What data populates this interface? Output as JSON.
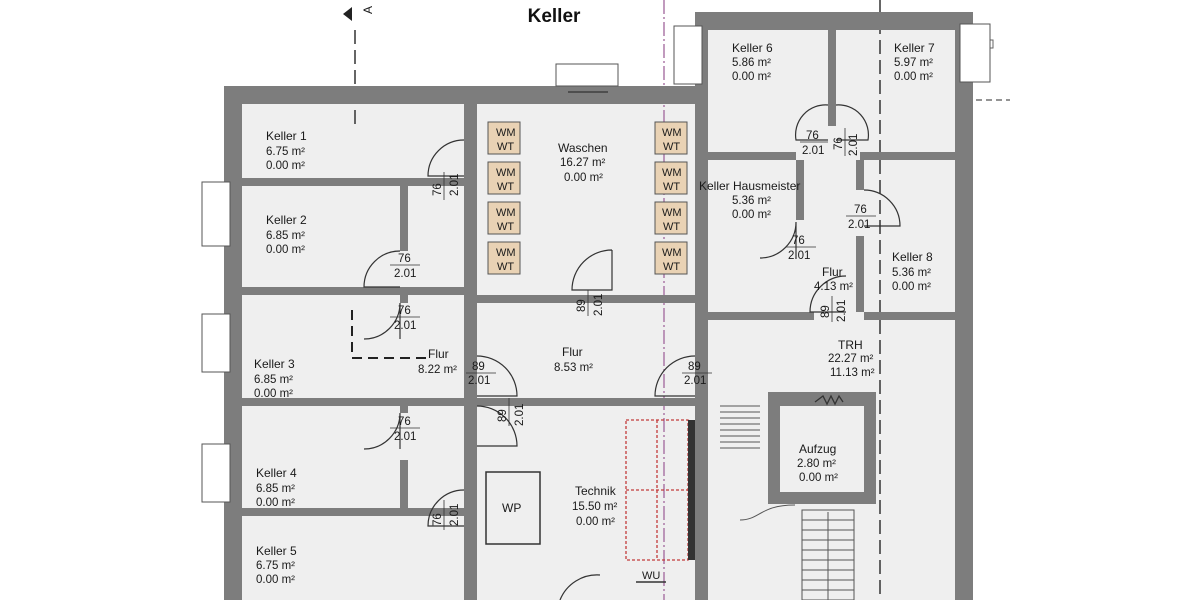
{
  "title": "Keller",
  "section_marker": "A",
  "rooms": [
    {
      "id": "keller-1",
      "name": "Keller 1",
      "area": "6.75 m²",
      "area2": "0.00 m²"
    },
    {
      "id": "keller-2",
      "name": "Keller 2",
      "area": "6.85 m²",
      "area2": "0.00 m²"
    },
    {
      "id": "keller-3",
      "name": "Keller 3",
      "area": "6.85 m²",
      "area2": "0.00 m²"
    },
    {
      "id": "keller-4",
      "name": "Keller 4",
      "area": "6.85 m²",
      "area2": "0.00 m²"
    },
    {
      "id": "keller-5",
      "name": "Keller 5",
      "area": "6.75 m²",
      "area2": "0.00 m²"
    },
    {
      "id": "waschen",
      "name": "Waschen",
      "area": "16.27 m²",
      "area2": "0.00 m²"
    },
    {
      "id": "flur-left",
      "name": "Flur",
      "area": "8.22 m²"
    },
    {
      "id": "flur-center",
      "name": "Flur",
      "area": "8.53 m²"
    },
    {
      "id": "technik",
      "name": "Technik",
      "area": "15.50 m²",
      "area2": "0.00 m²"
    },
    {
      "id": "keller-6",
      "name": "Keller 6",
      "area": "5.86 m²",
      "area2": "0.00 m²"
    },
    {
      "id": "keller-7",
      "name": "Keller 7",
      "area": "5.97 m²",
      "area2": "0.00 m²"
    },
    {
      "id": "keller-hausmeister",
      "name": "Keller Hausmeister",
      "area": "5.36 m²",
      "area2": "0.00 m²"
    },
    {
      "id": "keller-8",
      "name": "Keller 8",
      "area": "5.36 m²",
      "area2": "0.00 m²"
    },
    {
      "id": "flur-right",
      "name": "Flur",
      "area": "4.13 m²"
    },
    {
      "id": "trh",
      "name": "TRH",
      "area": "22.27 m²",
      "area2": "11.13 m²"
    },
    {
      "id": "aufzug",
      "name": "Aufzug",
      "area": "2.80 m²",
      "area2": "0.00 m²"
    }
  ],
  "doors": [
    {
      "id": "d1",
      "w": "76",
      "h": "2.01"
    },
    {
      "id": "d2",
      "w": "76",
      "h": "2.01"
    },
    {
      "id": "d3",
      "w": "76",
      "h": "2.01"
    },
    {
      "id": "d4",
      "w": "76",
      "h": "2.01"
    },
    {
      "id": "d5",
      "w": "76",
      "h": "2.01"
    },
    {
      "id": "d6",
      "w": "89",
      "h": "2.01"
    },
    {
      "id": "d7",
      "w": "89",
      "h": "2.01"
    },
    {
      "id": "d8",
      "w": "89",
      "h": "2.01"
    },
    {
      "id": "d9",
      "w": "89",
      "h": "2.01"
    },
    {
      "id": "d10",
      "w": "76",
      "h": "2.01"
    },
    {
      "id": "d11",
      "w": "76",
      "h": "2.01"
    },
    {
      "id": "d12",
      "w": "76",
      "h": "2.01"
    },
    {
      "id": "d13",
      "w": "76",
      "h": "2.01"
    },
    {
      "id": "d14",
      "w": "89",
      "h": "2.01"
    }
  ],
  "fixtures": {
    "washer_top": "WM",
    "washer_bottom": "WT",
    "heat_pump": "WP",
    "wu": "WU"
  },
  "colors": {
    "wall": "#7d7d7d",
    "floor": "#efefef",
    "washer_fill": "#e9d2b4",
    "section_line": "#a0659c",
    "technik_dash": "#c23a3a"
  }
}
